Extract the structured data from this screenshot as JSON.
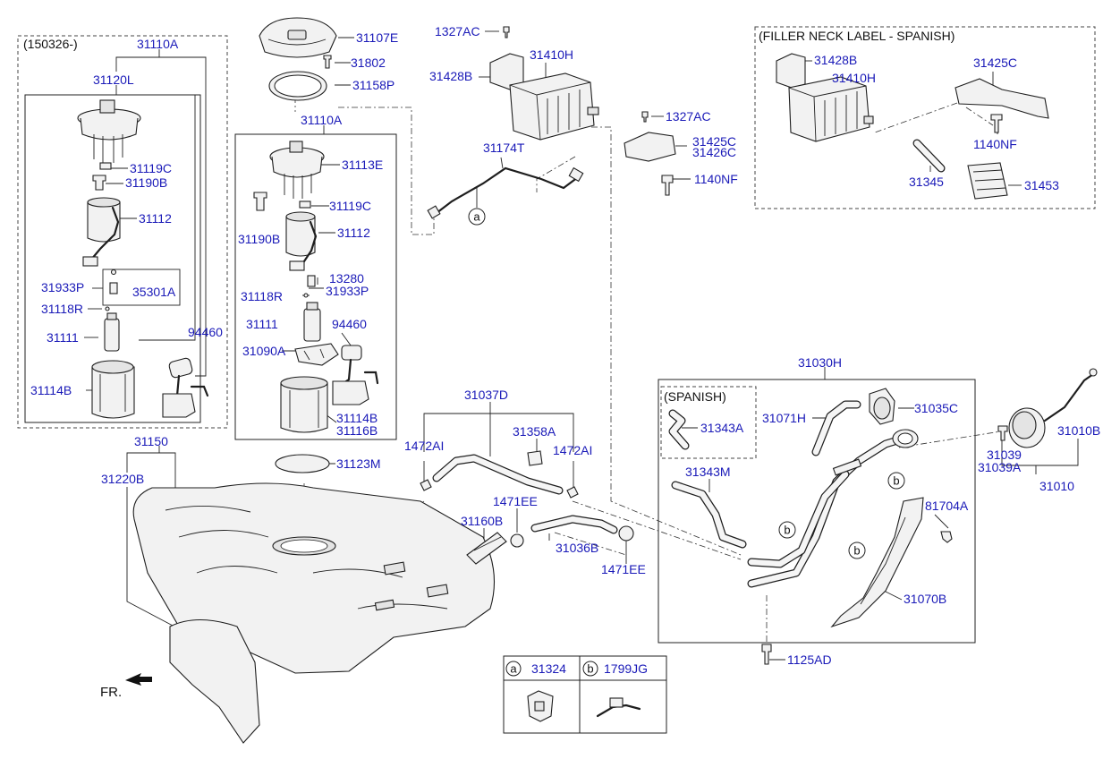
{
  "labels": {
    "l150326": "(150326-)",
    "l31110A_a": "31110A",
    "l31120L": "31120L",
    "l31119C_a": "31119C",
    "l31190B_a": "31190B",
    "l31112_a": "31112",
    "l31933P_a": "31933P",
    "l35301A": "35301A",
    "l31118R_a": "31118R",
    "l31111_a": "31111",
    "l94460_a": "94460",
    "l31114B_a": "31114B",
    "l31107E": "31107E",
    "l31802": "31802",
    "l31158P": "31158P",
    "l31110A_b": "31110A",
    "l31113E": "31113E",
    "l31119C_b": "31119C",
    "l31190B_b": "31190B",
    "l31112_b": "31112",
    "l13280": "13280",
    "l31933P_b": "31933P",
    "l31118R_b": "31118R",
    "l31111_b": "31111",
    "l94460_b": "94460",
    "l31090A": "31090A",
    "l31114B_b": "31114B",
    "l31116B": "31116B",
    "l1327AC_a": "1327AC",
    "l31410H_a": "31410H",
    "l31428B_a": "31428B",
    "l31174T": "31174T",
    "l1327AC_b": "1327AC",
    "l31425C_a": "31425C",
    "l31426C": "31426C",
    "l1140NF_a": "1140NF",
    "lFillerNeck": "(FILLER NECK LABEL - SPANISH)",
    "l31428B_b": "31428B",
    "l31410H_b": "31410H",
    "l31425C_b": "31425C",
    "l1140NF_b": "1140NF",
    "l31345": "31345",
    "l31453": "31453",
    "l31150": "31150",
    "l31220B": "31220B",
    "l31123M": "31123M",
    "l31037D": "31037D",
    "l1472AI_a": "1472AI",
    "l31358A": "31358A",
    "l1472AI_b": "1472AI",
    "l1471EE_a": "1471EE",
    "l31160B": "31160B",
    "l31036B": "31036B",
    "l1471EE_b": "1471EE",
    "l31030H": "31030H",
    "lSpanish": "(SPANISH)",
    "l31343A": "31343A",
    "l31071H": "31071H",
    "l31035C": "31035C",
    "l31343M": "31343M",
    "l81704A": "81704A",
    "l31070B": "31070B",
    "l1125AD": "1125AD",
    "l31039": "31039",
    "l31039A": "31039A",
    "l31010B": "31010B",
    "l31010": "31010",
    "lFR": "FR.",
    "ca": "a",
    "cb1": "b",
    "cb2": "b",
    "cb3": "b"
  },
  "legend": {
    "a_letter": "a",
    "a_part": "31324",
    "b_letter": "b",
    "b_part": "1799JG"
  },
  "colors": {
    "label": "#1a1ab8",
    "line": "#222222"
  }
}
